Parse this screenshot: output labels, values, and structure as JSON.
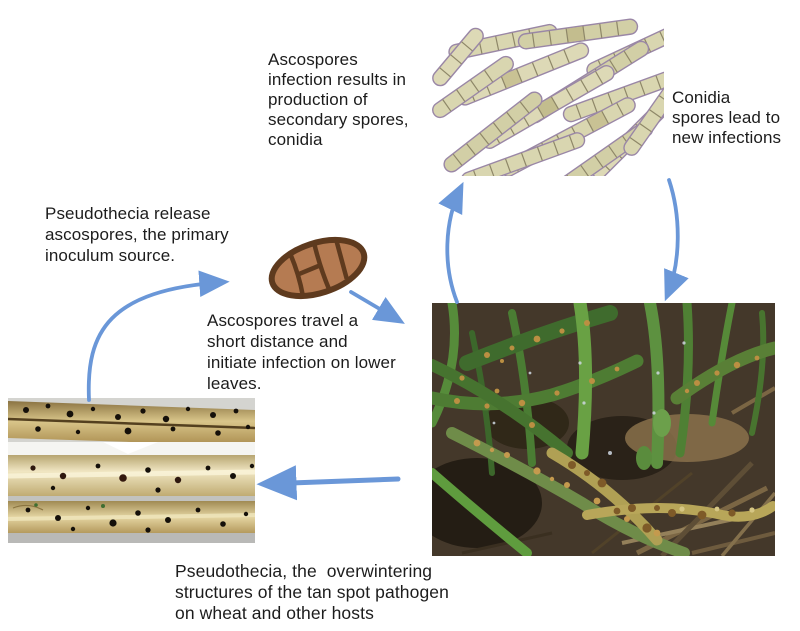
{
  "labels": {
    "ascospores_infection": {
      "lines": [
        "Ascospores",
        "infection results in",
        "production of",
        "secondary spores,",
        "conidia"
      ]
    },
    "conidia_new_infections": {
      "lines": [
        "Conidia",
        "spores lead to",
        "new infections"
      ]
    },
    "pseudothecia_release": {
      "lines": [
        "Pseudothecia release",
        "ascospores, the primary",
        "inoculum source."
      ]
    },
    "ascospores_travel": {
      "lines": [
        "Ascospores travel a",
        "short distance and",
        "initiate infection on lower",
        "leaves."
      ]
    },
    "pseudothecia_overwintering": {
      "lines": [
        "Pseudothecia, the  overwintering",
        "structures of the tan spot pathogen",
        "on wheat and other hosts"
      ]
    }
  },
  "images": {
    "conidia_micrograph": "micrograph of elongated multicellular conidia spores",
    "ascospore_drawing": "hand-drawn brown segmented ascospore",
    "pseudothecia_photo": "wheat straw stems dotted with dark pseudothecia",
    "tan_spot_photo": "wheat plants with tan spot lesions on lower leaves"
  },
  "colors": {
    "arrow": "#6a97d8",
    "text": "#1c1c1c",
    "background": "#ffffff",
    "ascospore_fill": "#b57b52",
    "ascospore_outline": "#5e3a1e"
  }
}
